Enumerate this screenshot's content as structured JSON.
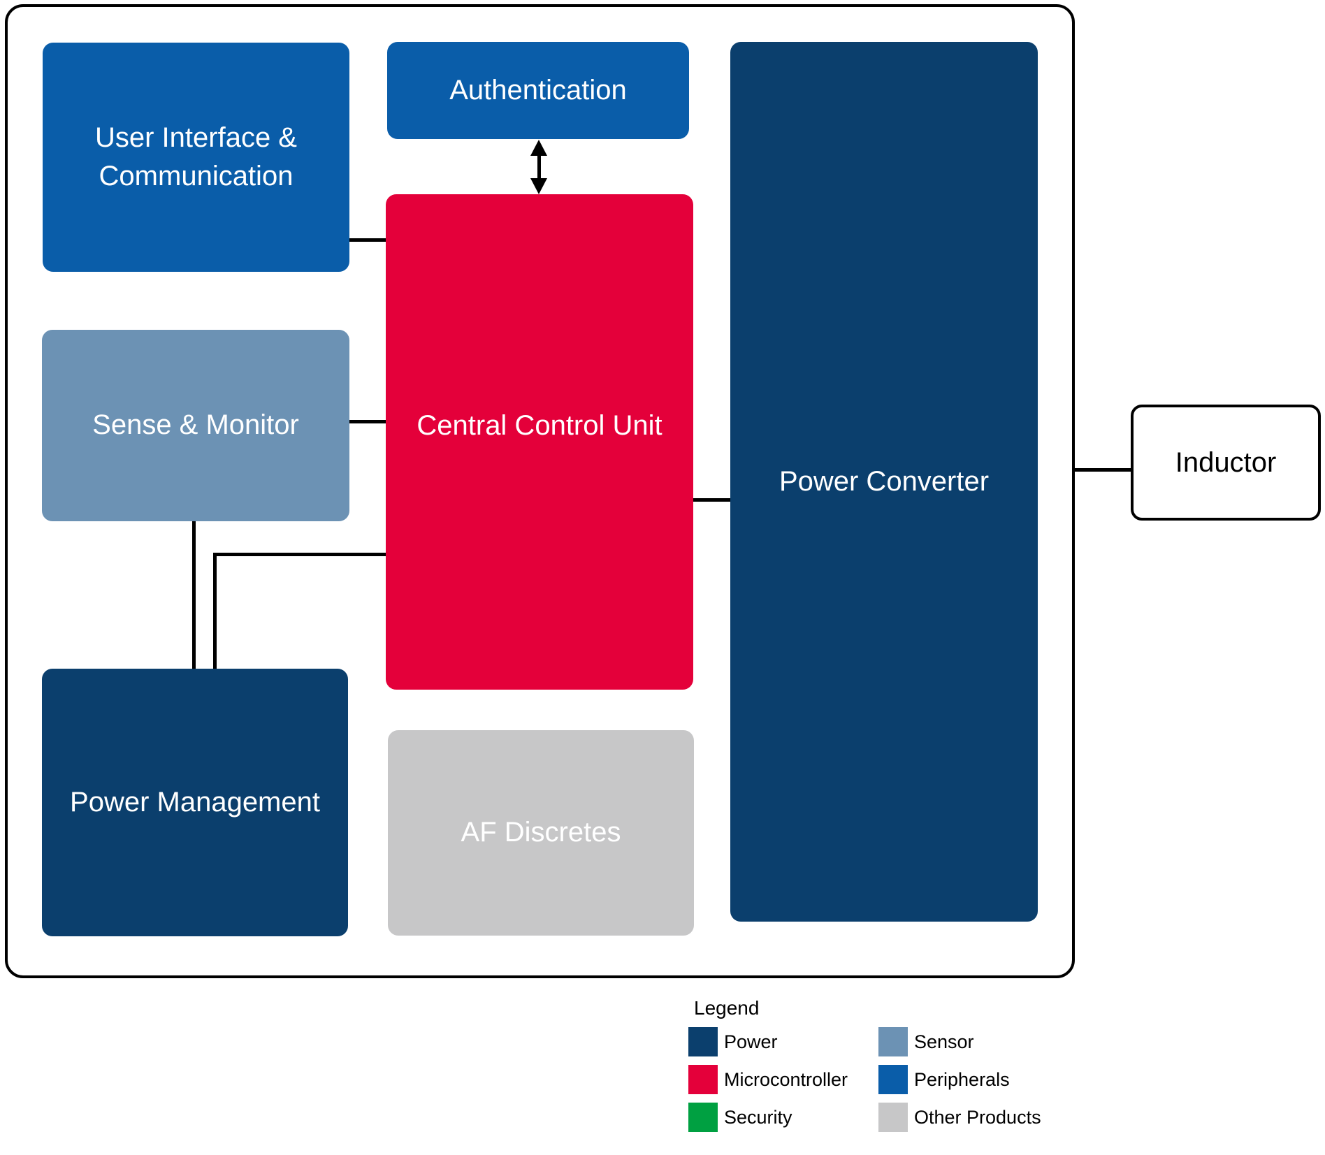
{
  "colors": {
    "power": "#0B3F6D",
    "microcontroller": "#E4003A",
    "security": "#00A041",
    "sensor": "#6C92B4",
    "peripherals": "#0A5DA9",
    "other_products": "#C7C7C8",
    "connector": "#000000",
    "external_box_border": "#000000"
  },
  "blocks": {
    "user_interface_communication": {
      "line1": "User Interface &",
      "line2": "Communication"
    },
    "authentication": {
      "label": "Authentication"
    },
    "central_control_unit": {
      "label": "Central Control Unit"
    },
    "sense_monitor": {
      "label": "Sense & Monitor"
    },
    "power_management": {
      "label": "Power Management"
    },
    "af_discretes": {
      "label": "AF Discretes"
    },
    "power_converter": {
      "label": "Power Converter"
    },
    "inductor": {
      "label": "Inductor"
    }
  },
  "legend": {
    "title": "Legend",
    "items": [
      {
        "label": "Power",
        "color": "#0B3F6D"
      },
      {
        "label": "Microcontroller",
        "color": "#E4003A"
      },
      {
        "label": "Security",
        "color": "#00A041"
      },
      {
        "label": "Sensor",
        "color": "#6C92B4"
      },
      {
        "label": "Peripherals",
        "color": "#0A5DA9"
      },
      {
        "label": "Other Products",
        "color": "#C7C7C8"
      }
    ]
  }
}
